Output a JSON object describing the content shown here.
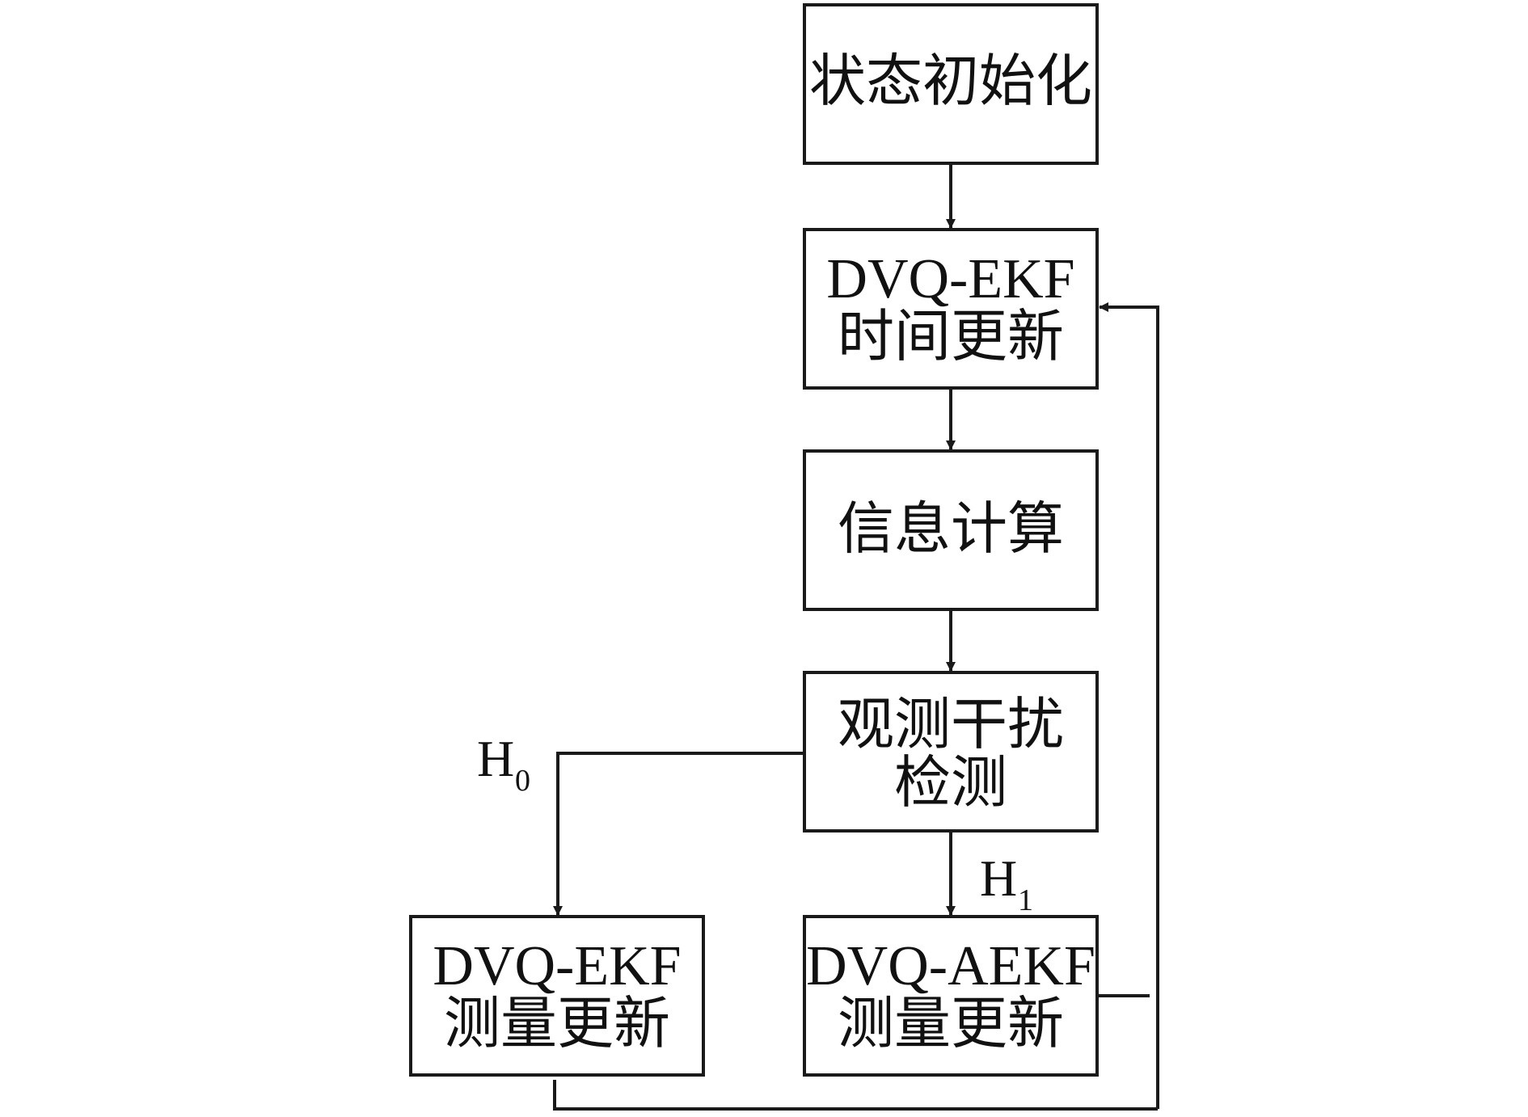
{
  "nodes": {
    "init": {
      "lines": [
        "状态初始化"
      ]
    },
    "time_update": {
      "lines": [
        "DVQ-EKF",
        "时间更新"
      ]
    },
    "info_calc": {
      "lines": [
        "信息计算"
      ]
    },
    "detect": {
      "lines": [
        "观测干扰",
        "检测"
      ]
    },
    "ekf_measure": {
      "lines": [
        "DVQ-EKF",
        "测量更新"
      ]
    },
    "aekf_measure": {
      "lines": [
        "DVQ-AEKF",
        "测量更新"
      ]
    }
  },
  "branches": {
    "h0": {
      "main": "H",
      "sub": "0"
    },
    "h1": {
      "main": "H",
      "sub": "1"
    }
  }
}
